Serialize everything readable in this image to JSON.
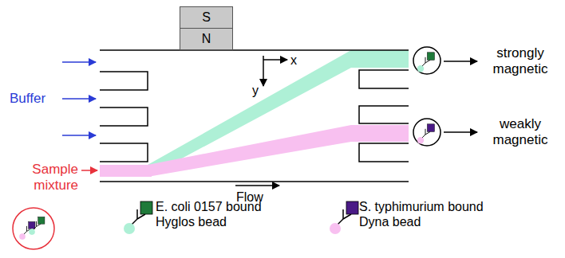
{
  "diagram": {
    "nodes": [
      {
        "text": [
          "S"
        ]
      },
      {
        "text": [
          "N"
        ]
      }
    ],
    "labels": [
      "Buffer",
      "Sample mixture",
      "x",
      "y",
      "Flow",
      "strongly magnetic",
      "weakly magnetic"
    ],
    "legend": [
      {
        "text": "E. coli 0157 bound Hyglos bead"
      },
      {
        "text": "S. typhimurium bound Dyna bead"
      }
    ]
  }
}
